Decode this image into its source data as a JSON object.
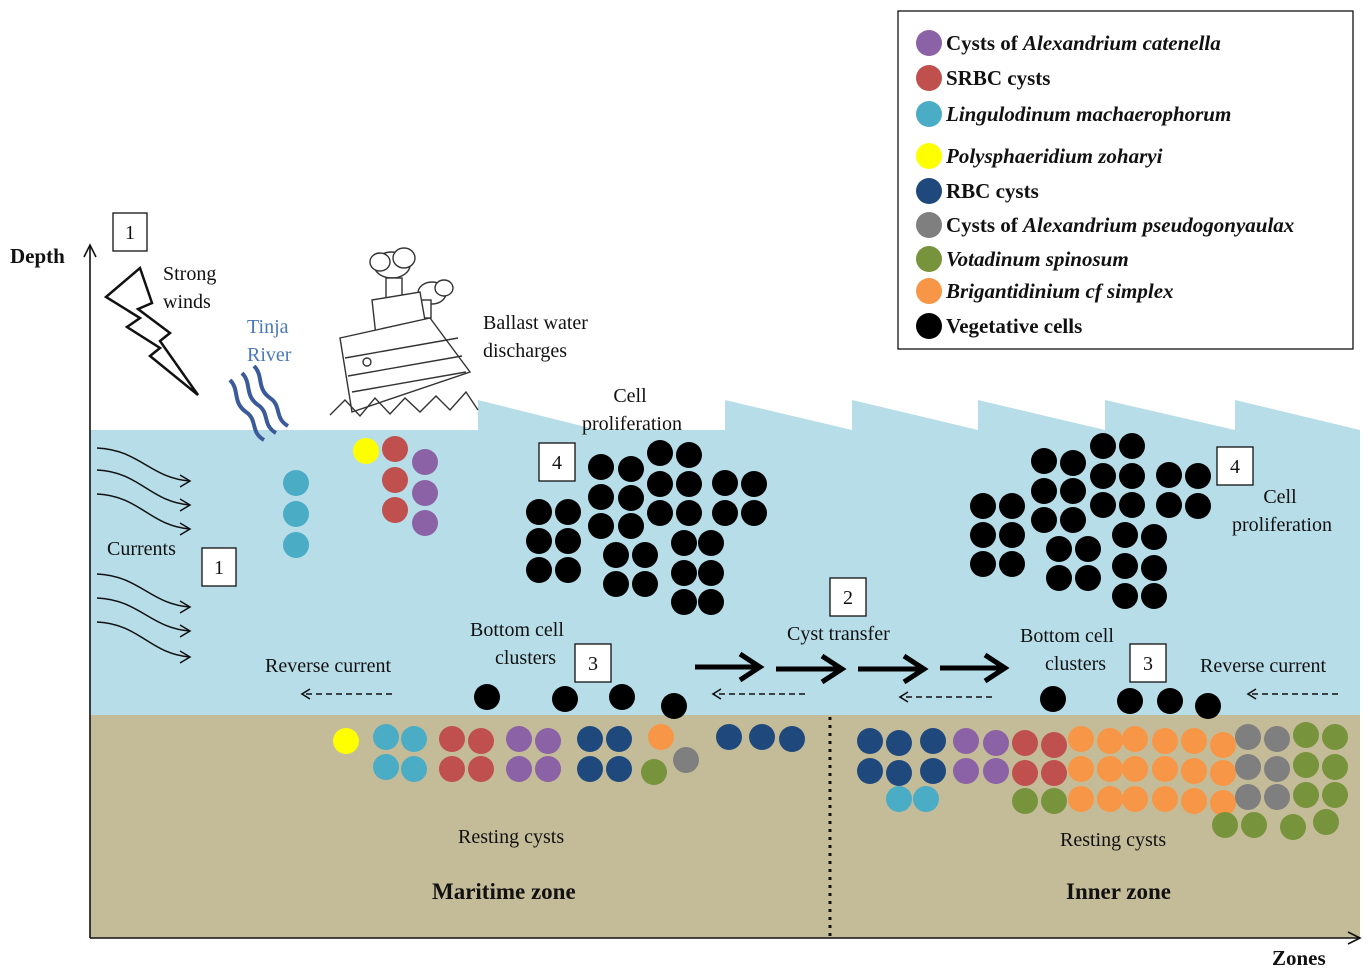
{
  "axes": {
    "y_label": "Depth",
    "x_label": "Zones"
  },
  "zones": {
    "maritime": "Maritime zone",
    "inner": "Inner zone"
  },
  "labels": {
    "strong_winds": [
      "Strong",
      "winds"
    ],
    "river": [
      "Tinja",
      "River"
    ],
    "ballast": [
      "Ballast water",
      "discharges"
    ],
    "currents": "Currents",
    "cell_prolif_left": [
      "Cell",
      "proliferation"
    ],
    "cell_prolif_right": [
      "Cell",
      "proliferation"
    ],
    "bottom_clusters_left": [
      "Bottom cell",
      "clusters"
    ],
    "bottom_clusters_right": [
      "Bottom cell",
      "clusters"
    ],
    "reverse_left": "Reverse current",
    "reverse_right": "Reverse current",
    "cyst_transfer": "Cyst transfer",
    "resting_left": "Resting cysts",
    "resting_right": "Resting cysts"
  },
  "steps": {
    "s1a": "1",
    "s1b": "1",
    "s2": "2",
    "s3a": "3",
    "s3b": "3",
    "s4a": "4",
    "s4b": "4"
  },
  "colors": {
    "water": "#b7dde8",
    "sediment": "#c4bc98",
    "purple": "#8c62a6",
    "red": "#c0504d",
    "cyan": "#4bacc6",
    "yellow": "#ffff00",
    "navy": "#1f497d",
    "gray": "#7f7f7f",
    "green": "#77933c",
    "orange": "#f79646",
    "black": "#000000",
    "river": "#3a5a9a"
  },
  "legend": [
    {
      "color": "purple",
      "parts": [
        {
          "t": "Cysts of ",
          "i": false
        },
        {
          "t": "Alexandrium catenella",
          "i": true
        }
      ]
    },
    {
      "color": "red",
      "parts": [
        {
          "t": "SRBC cysts",
          "i": false
        }
      ]
    },
    {
      "color": "cyan",
      "parts": [
        {
          "t": "Lingulodinum machaerophorum",
          "i": true
        }
      ]
    },
    {
      "color": "yellow",
      "parts": [
        {
          "t": "Polysphaeridium zoharyi",
          "i": true
        }
      ]
    },
    {
      "color": "navy",
      "parts": [
        {
          "t": "RBC cysts",
          "i": false
        }
      ]
    },
    {
      "color": "gray",
      "parts": [
        {
          "t": "Cysts of ",
          "i": false
        },
        {
          "t": "Alexandrium pseudogonyaulax",
          "i": true
        }
      ]
    },
    {
      "color": "green",
      "parts": [
        {
          "t": "Votadinum spinosum",
          "i": true
        }
      ]
    },
    {
      "color": "orange",
      "parts": [
        {
          "t": "Brigantidinium cf simplex",
          "i": true
        }
      ]
    },
    {
      "color": "black",
      "parts": [
        {
          "t": "Vegetative cells",
          "i": false
        }
      ]
    }
  ]
}
